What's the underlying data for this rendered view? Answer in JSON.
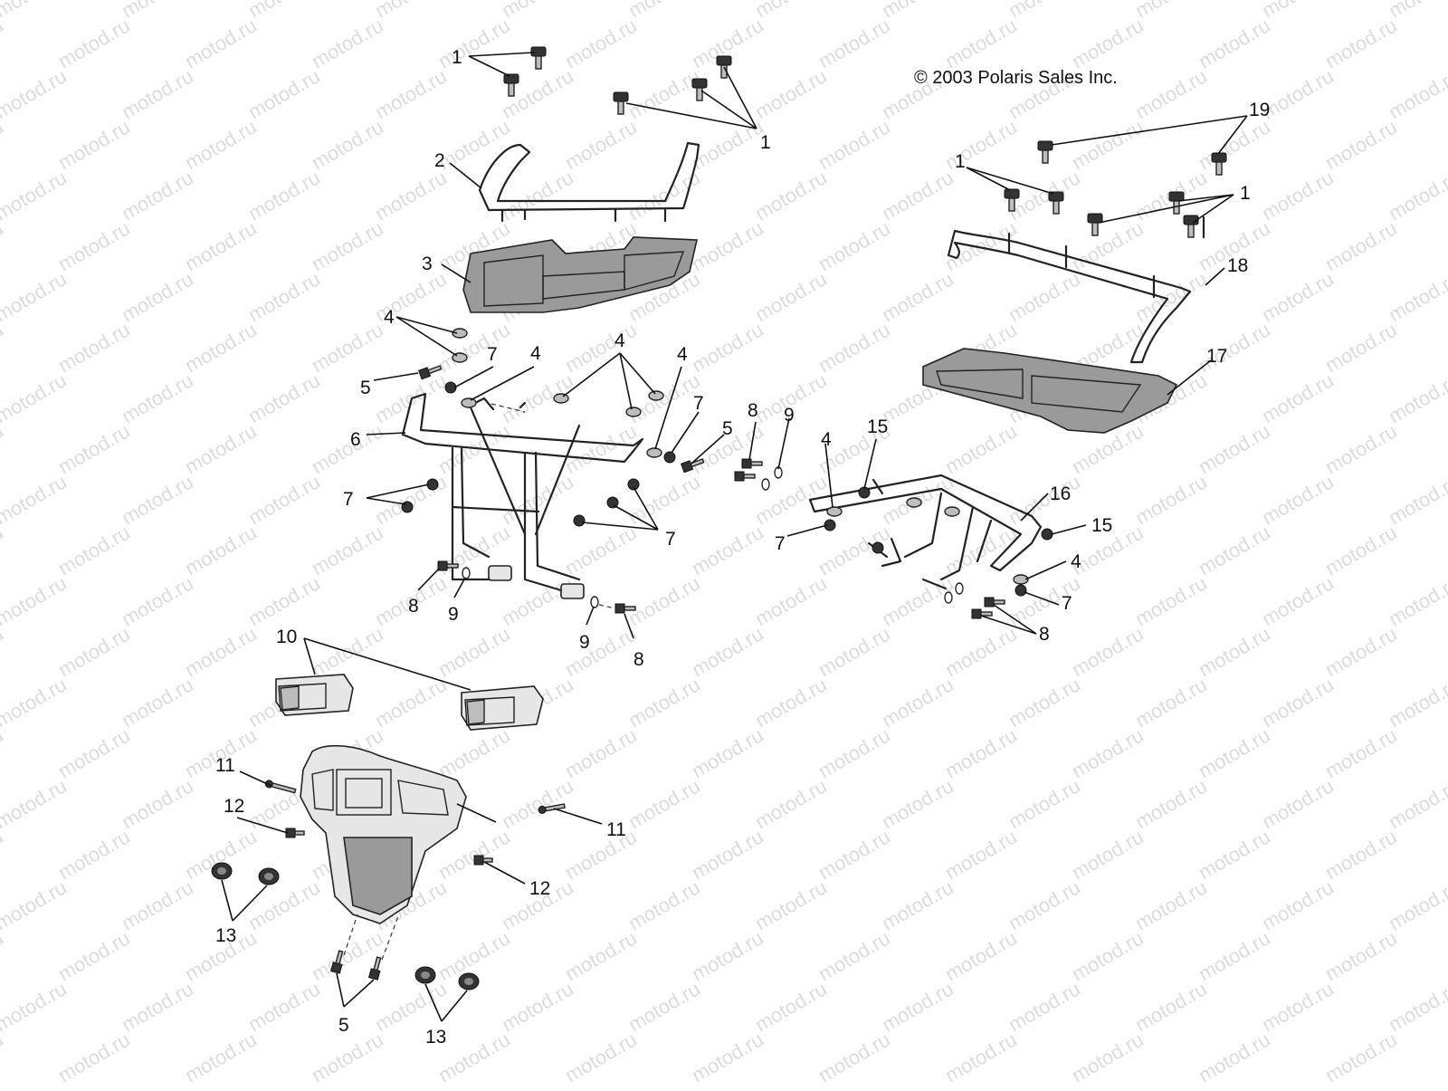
{
  "copyright": "© 2003 Polaris Sales Inc.",
  "watermark_text": "motod.ru",
  "callouts": [
    "1",
    "1",
    "2",
    "3",
    "4",
    "4",
    "4",
    "4",
    "5",
    "5",
    "6",
    "7",
    "7",
    "7",
    "7",
    "8",
    "8",
    "9",
    "9",
    "10",
    "11",
    "11",
    "12",
    "12",
    "13",
    "13",
    "5",
    "19",
    "1",
    "1",
    "18",
    "17",
    "15",
    "16",
    "15",
    "4",
    "7",
    "8",
    "9",
    "4",
    "7",
    "8"
  ],
  "colors": {
    "line": "#222222",
    "watermark": "#dcdcdc",
    "background": "#ffffff"
  }
}
